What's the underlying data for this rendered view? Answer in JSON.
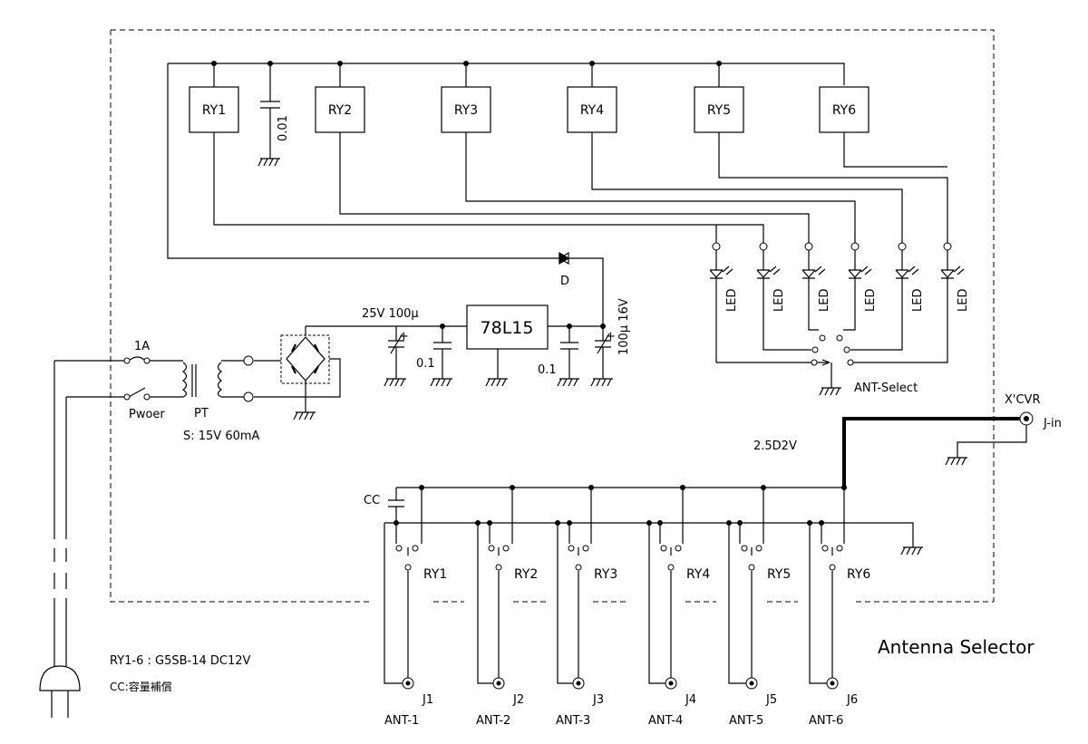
{
  "relays_top": [
    "RY1",
    "RY2",
    "RY3",
    "RY4",
    "RY5",
    "RY6"
  ],
  "relays_bottom": [
    "RY1",
    "RY2",
    "RY3",
    "RY4",
    "RY5",
    "RY6"
  ],
  "led_label": "LED",
  "jacks": [
    "J1",
    "J2",
    "J3",
    "J4",
    "J5",
    "J6"
  ],
  "antennas": [
    "ANT-1",
    "ANT-2",
    "ANT-3",
    "ANT-4",
    "ANT-5",
    "ANT-6"
  ],
  "labels": {
    "cap_top": "0.01",
    "diode": "D",
    "cap_25v": "25V 100μ",
    "regulator": "78L15",
    "cap_out": "100μ 16V",
    "cap_01a": "0.1",
    "cap_01b": "0.1",
    "fuse": "1A",
    "switch": "Pwoer",
    "transformer": "PT",
    "secondary": "S: 15V 60mA",
    "ant_select": "ANT-Select",
    "xcvr": "X'CVR",
    "jin": "J-in",
    "coax": "2.5D2V",
    "cc": "CC",
    "relay_spec": "RY1-6 : G5SB-14 DC12V",
    "cc_note": "CC:容量補償",
    "title": "Antenna Selector"
  }
}
